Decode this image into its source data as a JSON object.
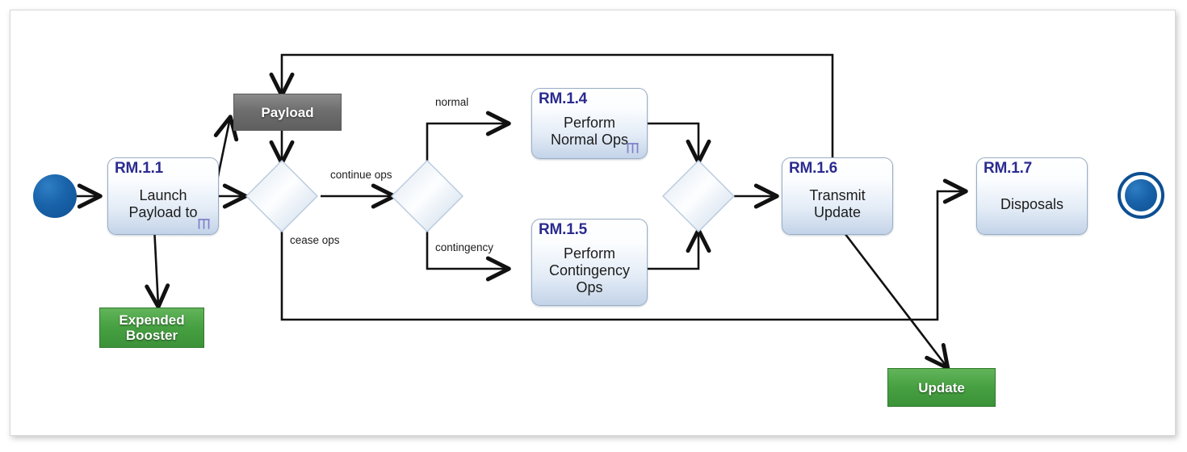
{
  "diagram": {
    "type": "uml-activity-diagram",
    "title": "",
    "colors": {
      "activity_border": "#9aaec6",
      "activity_id_text": "#2b2b8f",
      "object_gray": "#6e6e6e",
      "object_green": "#46a041",
      "node_blue": "#0d4f92",
      "edge": "#111111",
      "canvas": "#ffffff"
    }
  },
  "nodes": {
    "initial": {
      "name": "initial-node"
    },
    "final": {
      "name": "final-node"
    },
    "rm11": {
      "id": "RM.1.1",
      "label": "Launch\nPayload to",
      "rake": true
    },
    "rm14": {
      "id": "RM.1.4",
      "label": "Perform\nNormal Ops",
      "rake": true
    },
    "rm15": {
      "id": "RM.1.5",
      "label": "Perform\nContingency\nOps",
      "rake": false
    },
    "rm16": {
      "id": "RM.1.6",
      "label": "Transmit\nUpdate",
      "rake": false
    },
    "rm17": {
      "id": "RM.1.7",
      "label": "Disposals",
      "rake": false
    },
    "payload": {
      "label": "Payload"
    },
    "expended_booster": {
      "label": "Expended\nBooster"
    },
    "update": {
      "label": "Update"
    }
  },
  "edge_labels": {
    "continue_ops": "continue ops",
    "cease_ops": "cease ops",
    "normal": "normal",
    "contingency": "contingency"
  }
}
